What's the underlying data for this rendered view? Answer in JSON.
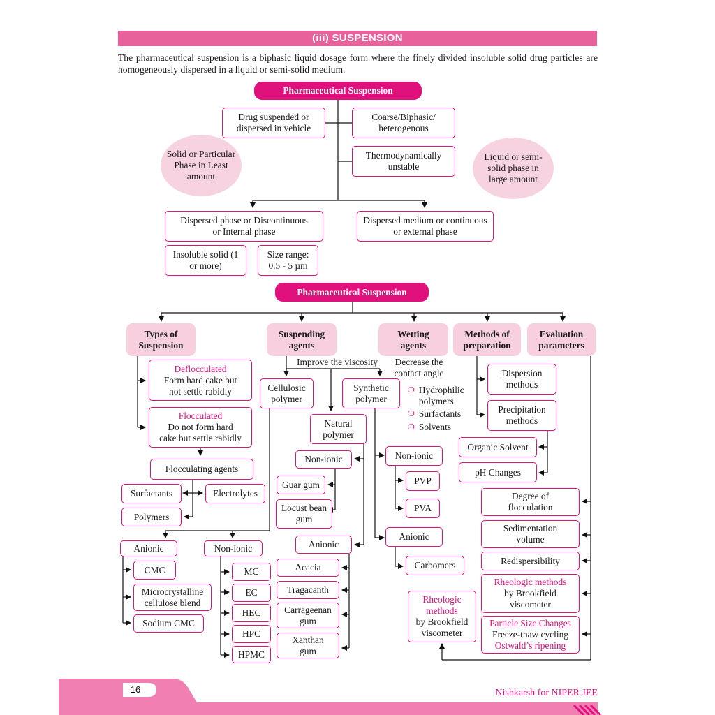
{
  "section_title": "(iii) SUSPENSION",
  "intro": "The pharmaceutical suspension is a biphasic liquid dosage form where the finely divided insoluble solid drug particles are homogeneously dispersed in a liquid or semi-solid medium.",
  "diagram1": {
    "root": "Pharmaceutical Suspension",
    "drug": "Drug suspended or dispersed in vehicle",
    "coarse": "Coarse/Biphasic/ heterogenous",
    "thermo": "Thermodynamically unstable",
    "solid_ellipse": "Solid or Particular Phase in Least amount",
    "liquid_ellipse": "Liquid or semi-solid phase in large amount",
    "dispersed_phase": "Dispersed phase or Discontinuous or Internal phase",
    "dispersed_medium": "Dispersed medium or continuous or external phase",
    "insoluble": "Insoluble solid (1 or more)",
    "size": "Size range: 0.5 - 5 µm"
  },
  "diagram2": {
    "root": "Pharmaceutical Suspension",
    "categories": {
      "types": "Types of Suspension",
      "suspending": "Suspending agents",
      "wetting": "Wetting agents",
      "methods": "Methods of preparation",
      "evaluation": "Evaluation parameters"
    },
    "types": {
      "deflocculated_title": "Deflocculated",
      "deflocculated_desc": "Form hard cake but not settle rabidly",
      "flocculated_title": "Flocculated",
      "flocculated_desc": "Do not form hard cake but settle rabidly",
      "flocculating_agents": "Flocculating agents",
      "surfactants": "Surfactants",
      "electrolytes": "Electrolytes",
      "polymers": "Polymers"
    },
    "suspending": {
      "improve": "Improve the viscosity",
      "cellulosic": "Cellulosic polymer",
      "synthetic": "Synthetic polymer",
      "natural": "Natural polymer",
      "anionic": "Anionic",
      "nonionic": "Non-ionic",
      "cmc": "CMC",
      "mcc": "Microcrystalline cellulose blend",
      "sodium_cmc": "Sodium CMC",
      "mc": "MC",
      "ec": "EC",
      "hec": "HEC",
      "hpc": "HPC",
      "hpmc": "HPMC",
      "nat_nonionic": "Non-ionic",
      "guar": "Guar gum",
      "locust": "Locust bean gum",
      "nat_anionic": "Anionic",
      "acacia": "Acacia",
      "tragacanth": "Tragacanth",
      "carrageenan": "Carrageenan gum",
      "xanthan": "Xanthan gum",
      "syn_nonionic": "Non-ionic",
      "pvp": "PVP",
      "pva": "PVA",
      "syn_anionic": "Anionic",
      "carbomers": "Carbomers"
    },
    "wetting": {
      "decrease": "Decrease the contact angle",
      "items": [
        "Hydrophilic polymers",
        "Surfactants",
        "Solvents"
      ]
    },
    "methods": {
      "dispersion": "Dispersion methods",
      "precipitation": "Precipitation methods",
      "organic": "Organic Solvent",
      "ph": "pH Changes"
    },
    "evaluation": {
      "degree": "Degree of flocculation",
      "sedimentation": "Sedimentation volume",
      "redispersibility": "Redispersibility",
      "rheo1_title": "Rheologic methods",
      "rheo1_desc": "by Brookfield viscometer",
      "psc_title": "Particle Size Changes",
      "psc_desc": "Freeze-thaw cycling",
      "psc_extra": "Ostwald’s ripening",
      "rheo2_title": "Rheologic methods",
      "rheo2_desc": "by Brookfield viscometer"
    }
  },
  "footer": {
    "page_number": "16",
    "text": "Nishkarsh for NIPER JEE"
  },
  "colors": {
    "accent": "#e0117d",
    "header_band": "#e8619a",
    "light_pink": "#f7cfdf"
  }
}
